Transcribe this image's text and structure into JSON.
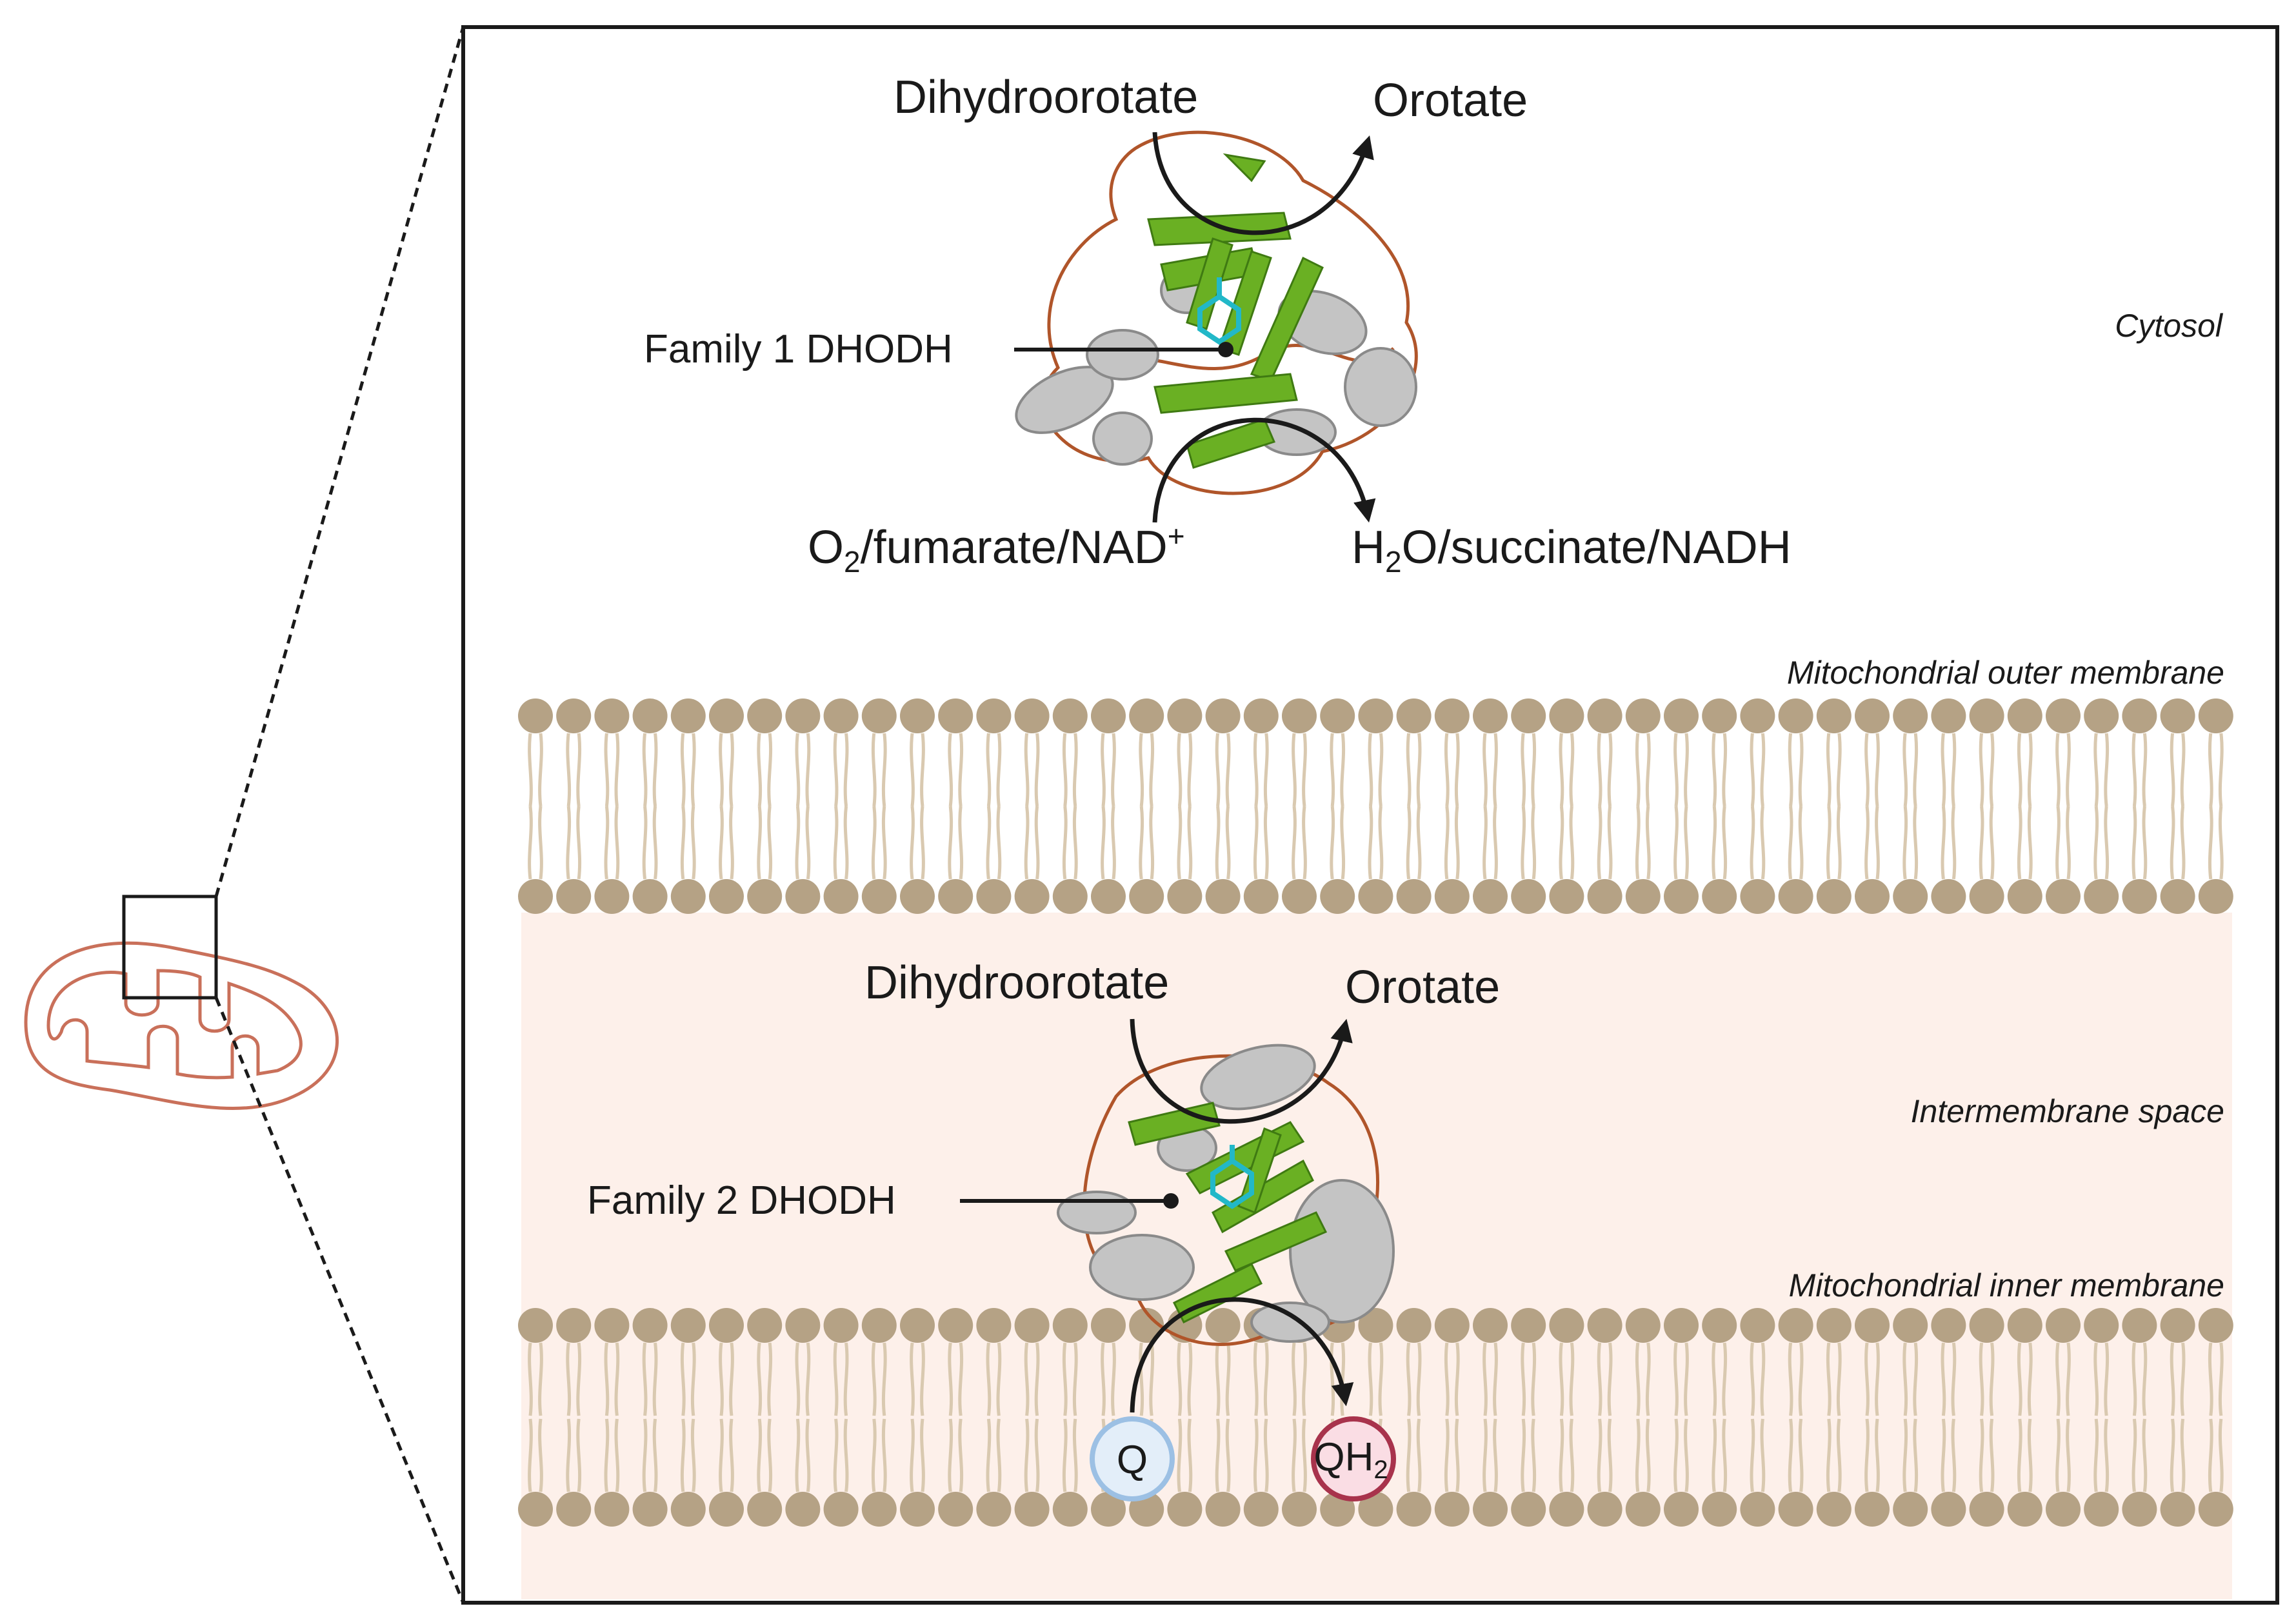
{
  "family1": {
    "substrate": "Dihydroorotate",
    "product": "Orotate",
    "enzyme_label": "Family 1 DHODH",
    "acceptor_left": "O",
    "acceptor_left_sub": "2",
    "acceptor_left_rest": "/fumarate/NAD",
    "acceptor_left_sup": "+",
    "acceptor_right": "H",
    "acceptor_right_sub": "2",
    "acceptor_right_rest": "O/succinate/NADH"
  },
  "family2": {
    "substrate": "Dihydroorotate",
    "product": "Orotate",
    "enzyme_label": "Family 2 DHODH",
    "quinone": "Q",
    "quinol": "QH",
    "quinol_sub": "2"
  },
  "regions": {
    "cytosol": "Cytosol",
    "outer_membrane": "Mitochondrial outer membrane",
    "intermembrane_space": "Intermembrane space",
    "inner_membrane": "Mitochondrial inner membrane"
  },
  "colors": {
    "lipid_head": "#b5a285",
    "lipid_tail": "#d9c9b0",
    "intermembrane_bg": "#fdf0ea",
    "mitochondrion_outline": "#c9705a",
    "beta_sheet": "#6ab023",
    "helix": "#c4c4c4",
    "loop": "#b0552a",
    "ligand": "#22b8c8",
    "quinone_fill": "#e3eef9",
    "quinone_stroke": "#9cc0e4",
    "quinol_fill": "#fadde4",
    "quinol_stroke": "#a8334c"
  },
  "icons": [
    "mitochondrion-icon",
    "protein-structure-icon",
    "reaction-arrow-icon"
  ]
}
